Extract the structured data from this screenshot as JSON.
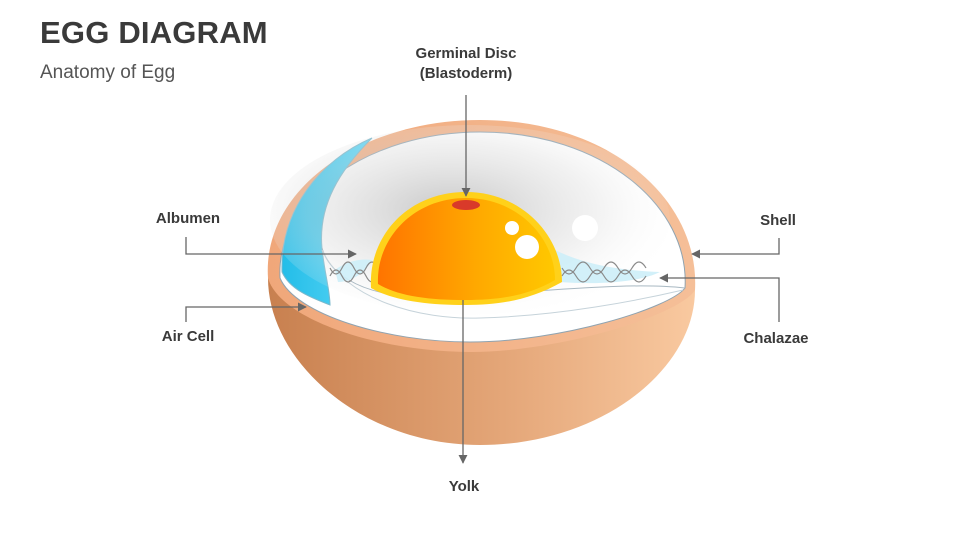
{
  "header": {
    "title": "EGG DIAGRAM",
    "subtitle": "Anatomy of Egg"
  },
  "labels": {
    "germinal_disc_line1": "Germinal Disc",
    "germinal_disc_line2": "(Blastoderm)",
    "albumen": "Albumen",
    "air_cell": "Air Cell",
    "yolk": "Yolk",
    "shell": "Shell",
    "chalazae": "Chalazae"
  },
  "colors": {
    "shell_outer": "#d08a5a",
    "shell_light": "#f6c49a",
    "air_cell": "#29c6f0",
    "yolk_dark": "#ff7a00",
    "yolk_light": "#ffc400",
    "germinal_disc": "#d93a2a",
    "leader_line": "#666666"
  }
}
